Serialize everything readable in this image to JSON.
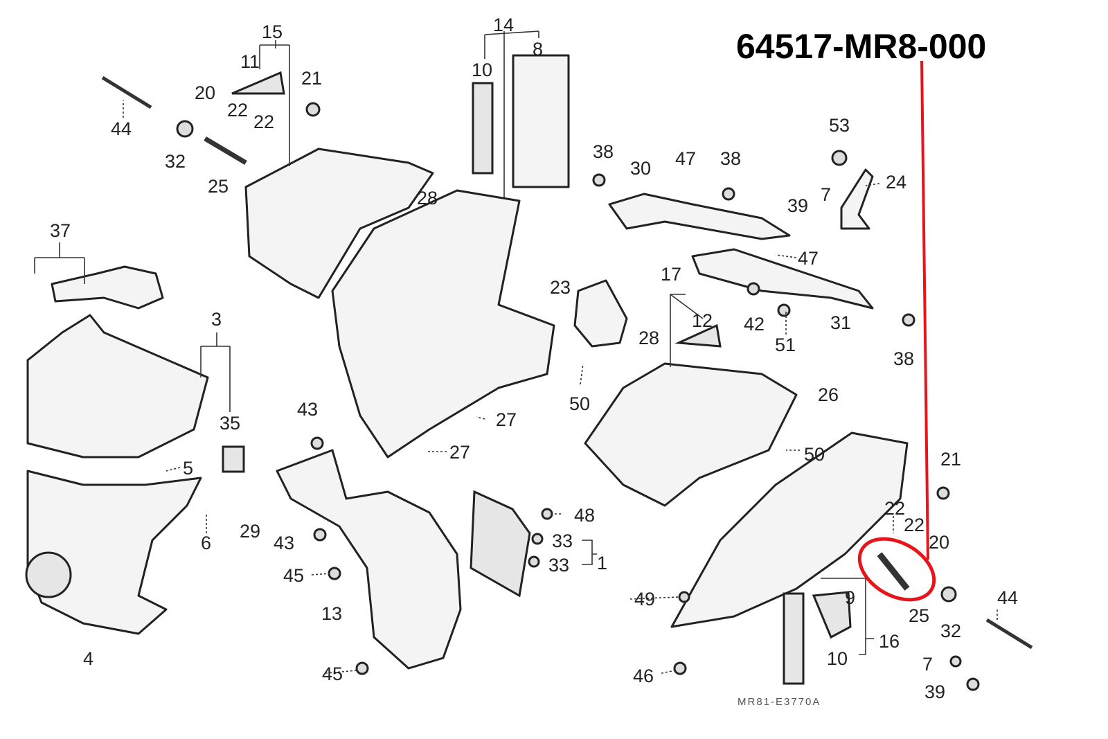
{
  "title": "64517-MR8-000",
  "diagram_code": "MR81-E3770A",
  "highlight_color": "#e8141c",
  "labels": [
    "15",
    "11",
    "21",
    "20",
    "22",
    "22",
    "32",
    "25",
    "44",
    "14",
    "8",
    "10",
    "28",
    "38",
    "30",
    "47",
    "38",
    "53",
    "24",
    "39",
    "7",
    "47",
    "37",
    "23",
    "17",
    "12",
    "42",
    "51",
    "31",
    "38",
    "3",
    "28",
    "50",
    "26",
    "27",
    "27",
    "35",
    "5",
    "43",
    "50",
    "21",
    "6",
    "29",
    "43",
    "48",
    "33",
    "33",
    "1",
    "22",
    "22",
    "20",
    "45",
    "13",
    "9",
    "49",
    "16",
    "25",
    "32",
    "44",
    "4",
    "10",
    "46",
    "45",
    "7",
    "39"
  ]
}
